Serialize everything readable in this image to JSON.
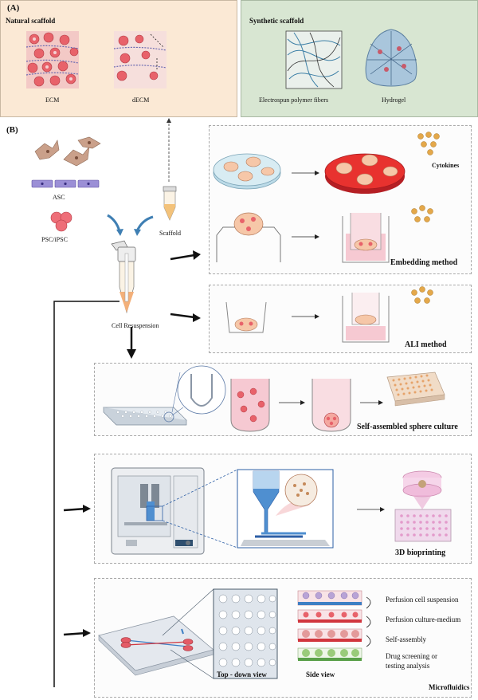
{
  "panel_a": {
    "label": "(A)",
    "natural": {
      "title": "Natural scaffold",
      "ecm": "ECM",
      "decm": "dECM"
    },
    "synthetic": {
      "title": "Synthetic scaffold",
      "fibers": "Electrospun polymer fibers",
      "hydrogel": "Hydrogel"
    }
  },
  "panel_b": {
    "label": "(B)",
    "asc": "ASC",
    "psc": "PSC/iPSC",
    "scaffold": "Scaffold",
    "cell_resuspension": "Cell Resuspension",
    "cytokines": "Cytokines",
    "embedding": "Embedding method",
    "ali": "ALI method",
    "sphere": "Self-assembled sphere culture",
    "bioprinting": "3D bioprinting",
    "microfluidics": {
      "title": "Microfluidics",
      "top_view": "Top - down view",
      "side_view": "Side view",
      "steps": [
        "Perfusion cell suspension",
        "Perfusion culture-medium",
        "Self-assembly",
        "Drug screening or",
        "testing analysis"
      ]
    }
  },
  "colors": {
    "natural_bg": "#fbe9d5",
    "synthetic_bg": "#d8e6d2",
    "culture_red": "#e8322f",
    "cell_pink": "#f2a8a0",
    "medium_pink": "#f6c9d2"
  }
}
